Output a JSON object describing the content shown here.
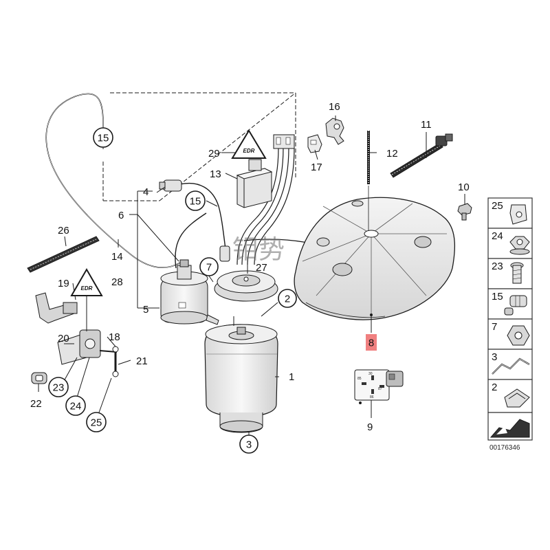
{
  "callouts": {
    "c1": "1",
    "c2": "2",
    "c3": "3",
    "c4": "4",
    "c5": "5",
    "c6": "6",
    "c7": "7",
    "c8": "8",
    "c9": "9",
    "c10": "10",
    "c11": "11",
    "c12": "12",
    "c13": "13",
    "c14": "14",
    "c15a": "15",
    "c15b": "15",
    "c16": "16",
    "c17": "17",
    "c18": "18",
    "c19": "19",
    "c20": "20",
    "c21": "21",
    "c22": "22",
    "c23": "23",
    "c24": "24",
    "c25": "25",
    "c26": "26",
    "c27": "27",
    "c28": "28",
    "c29": "29"
  },
  "warning_labels": {
    "w28": "EDR",
    "w29": "EDR"
  },
  "relay_pins": {
    "p30": "30",
    "p85": "85",
    "p86": "86",
    "p87": "87"
  },
  "side_panel": {
    "items": [
      {
        "num": "25",
        "icon": "clip-nut-icon"
      },
      {
        "num": "24",
        "icon": "collar-nut-icon"
      },
      {
        "num": "23",
        "icon": "screw-icon"
      },
      {
        "num": "15",
        "icon": "connector-fitting-icon"
      },
      {
        "num": "7",
        "icon": "hex-nut-icon"
      },
      {
        "num": "3",
        "icon": "spring-clip-icon"
      },
      {
        "num": "2",
        "icon": "retaining-clip-icon"
      }
    ]
  },
  "diagram_code": "00176346",
  "watermark": "钼势",
  "colors": {
    "line": "#1a1a1a",
    "highlight": "#f08080",
    "panel_border": "#333333",
    "part_fill": "#eeeeee"
  }
}
